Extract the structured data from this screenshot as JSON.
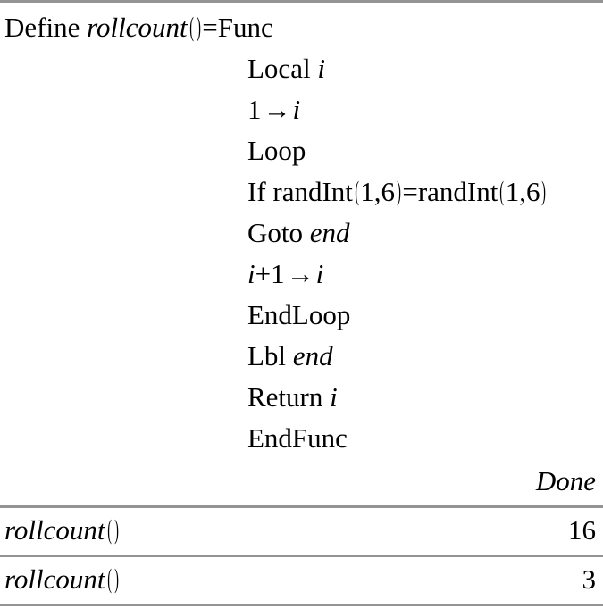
{
  "document": {
    "kind": "calculator-worksheet",
    "background_color": "#ffffff",
    "text_color": "#000000",
    "rule_color": "#949494"
  },
  "program": {
    "definition_line": {
      "keyword": "Define",
      "name": "rollcount",
      "open_paren": "(",
      "close_paren": ")",
      "equals": "=",
      "func_keyword": "Func"
    },
    "lines": [
      {
        "text": "Local ",
        "var": "i",
        "tail": ""
      },
      {
        "text": "1",
        "arrow": "→",
        "var": "i",
        "tail": ""
      },
      {
        "text": "Loop",
        "var": "",
        "tail": ""
      },
      {
        "text": "If randInt",
        "var": "",
        "tail": ""
      },
      {
        "text": "Goto ",
        "var": "end",
        "tail": ""
      },
      {
        "text": "i",
        "arrow": "→",
        "var": "i",
        "tail": ""
      },
      {
        "text": "EndLoop",
        "var": "",
        "tail": ""
      },
      {
        "text": "Lbl ",
        "var": "end",
        "tail": ""
      },
      {
        "text": "Return ",
        "var": "i",
        "tail": ""
      },
      {
        "text": "EndFunc",
        "var": "",
        "tail": ""
      }
    ],
    "line_local": {
      "keyword": "Local",
      "variable": "i"
    },
    "line_init": {
      "value": "1",
      "arrow": "→",
      "variable": "i"
    },
    "line_loop": {
      "keyword": "Loop"
    },
    "line_if": {
      "keyword": "If",
      "fn_name": "randInt",
      "args": "1,6",
      "comparator": "=",
      "fn_name_2": "randInt",
      "args_2": "1,6"
    },
    "line_goto": {
      "keyword": "Goto",
      "label": "end"
    },
    "line_incr": {
      "variable": "i",
      "plus": "+",
      "value": "1",
      "arrow": "→",
      "target": "i"
    },
    "line_endloop": {
      "keyword": "EndLoop"
    },
    "line_lbl": {
      "keyword": "Lbl",
      "label": "end"
    },
    "line_return": {
      "keyword": "Return",
      "variable": "i"
    },
    "line_endfunc": {
      "keyword": "EndFunc"
    }
  },
  "results": [
    {
      "expression": "rollcount",
      "open_paren": "(",
      "close_paren": ")",
      "value": "16"
    },
    {
      "expression": "rollcount",
      "open_paren": "(",
      "close_paren": ")",
      "value": "3"
    }
  ],
  "define_result": {
    "value": "Done"
  }
}
